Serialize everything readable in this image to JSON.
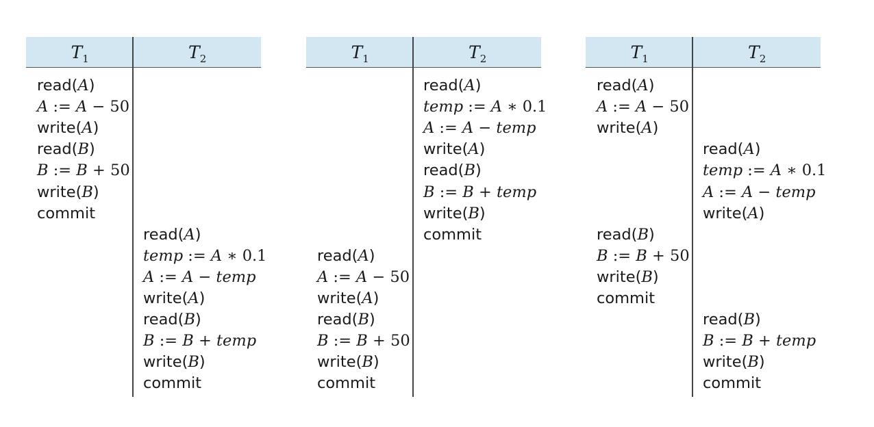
{
  "column_symbol": "T",
  "schedules": [
    {
      "columns": [
        {
          "sub": "1"
        },
        {
          "sub": "2"
        }
      ],
      "steps": [
        {
          "col": 0,
          "slot": 0,
          "parts": [
            [
              "f",
              "read("
            ],
            [
              "v",
              "A"
            ],
            [
              "f",
              ")"
            ]
          ]
        },
        {
          "col": 0,
          "slot": 1,
          "parts": [
            [
              "v",
              "A"
            ],
            [
              "m",
              " := "
            ],
            [
              "v",
              "A"
            ],
            [
              "m",
              " − 50"
            ]
          ]
        },
        {
          "col": 0,
          "slot": 2,
          "parts": [
            [
              "f",
              "write("
            ],
            [
              "v",
              "A"
            ],
            [
              "f",
              ")"
            ]
          ]
        },
        {
          "col": 0,
          "slot": 3,
          "parts": [
            [
              "f",
              "read("
            ],
            [
              "v",
              "B"
            ],
            [
              "f",
              ")"
            ]
          ]
        },
        {
          "col": 0,
          "slot": 4,
          "parts": [
            [
              "v",
              "B"
            ],
            [
              "m",
              " := "
            ],
            [
              "v",
              "B"
            ],
            [
              "m",
              " + 50"
            ]
          ]
        },
        {
          "col": 0,
          "slot": 5,
          "parts": [
            [
              "f",
              "write("
            ],
            [
              "v",
              "B"
            ],
            [
              "f",
              ")"
            ]
          ]
        },
        {
          "col": 0,
          "slot": 6,
          "parts": [
            [
              "f",
              "commit"
            ]
          ]
        },
        {
          "col": 1,
          "slot": 7,
          "parts": [
            [
              "f",
              "read("
            ],
            [
              "v",
              "A"
            ],
            [
              "f",
              ")"
            ]
          ]
        },
        {
          "col": 1,
          "slot": 8,
          "parts": [
            [
              "v",
              "temp"
            ],
            [
              "m",
              " := "
            ],
            [
              "v",
              "A"
            ],
            [
              "m",
              " ∗ 0.1"
            ]
          ]
        },
        {
          "col": 1,
          "slot": 9,
          "parts": [
            [
              "v",
              "A"
            ],
            [
              "m",
              " := "
            ],
            [
              "v",
              "A"
            ],
            [
              "m",
              " − "
            ],
            [
              "v",
              "temp"
            ]
          ]
        },
        {
          "col": 1,
          "slot": 10,
          "parts": [
            [
              "f",
              "write("
            ],
            [
              "v",
              "A"
            ],
            [
              "f",
              ")"
            ]
          ]
        },
        {
          "col": 1,
          "slot": 11,
          "parts": [
            [
              "f",
              "read("
            ],
            [
              "v",
              "B"
            ],
            [
              "f",
              ")"
            ]
          ]
        },
        {
          "col": 1,
          "slot": 12,
          "parts": [
            [
              "v",
              "B"
            ],
            [
              "m",
              " := "
            ],
            [
              "v",
              "B"
            ],
            [
              "m",
              " + "
            ],
            [
              "v",
              "temp"
            ]
          ]
        },
        {
          "col": 1,
          "slot": 13,
          "parts": [
            [
              "f",
              "write("
            ],
            [
              "v",
              "B"
            ],
            [
              "f",
              ")"
            ]
          ]
        },
        {
          "col": 1,
          "slot": 14,
          "parts": [
            [
              "f",
              "commit"
            ]
          ]
        }
      ]
    },
    {
      "columns": [
        {
          "sub": "1"
        },
        {
          "sub": "2"
        }
      ],
      "steps": [
        {
          "col": 1,
          "slot": 0,
          "parts": [
            [
              "f",
              "read("
            ],
            [
              "v",
              "A"
            ],
            [
              "f",
              ")"
            ]
          ]
        },
        {
          "col": 1,
          "slot": 1,
          "parts": [
            [
              "v",
              "temp"
            ],
            [
              "m",
              " := "
            ],
            [
              "v",
              "A"
            ],
            [
              "m",
              " ∗ 0.1"
            ]
          ]
        },
        {
          "col": 1,
          "slot": 2,
          "parts": [
            [
              "v",
              "A"
            ],
            [
              "m",
              " := "
            ],
            [
              "v",
              "A"
            ],
            [
              "m",
              " − "
            ],
            [
              "v",
              "temp"
            ]
          ]
        },
        {
          "col": 1,
          "slot": 3,
          "parts": [
            [
              "f",
              "write("
            ],
            [
              "v",
              "A"
            ],
            [
              "f",
              ")"
            ]
          ]
        },
        {
          "col": 1,
          "slot": 4,
          "parts": [
            [
              "f",
              "read("
            ],
            [
              "v",
              "B"
            ],
            [
              "f",
              ")"
            ]
          ]
        },
        {
          "col": 1,
          "slot": 5,
          "parts": [
            [
              "v",
              "B"
            ],
            [
              "m",
              " := "
            ],
            [
              "v",
              "B"
            ],
            [
              "m",
              " + "
            ],
            [
              "v",
              "temp"
            ]
          ]
        },
        {
          "col": 1,
          "slot": 6,
          "parts": [
            [
              "f",
              "write("
            ],
            [
              "v",
              "B"
            ],
            [
              "f",
              ")"
            ]
          ]
        },
        {
          "col": 1,
          "slot": 7,
          "parts": [
            [
              "f",
              "commit"
            ]
          ]
        },
        {
          "col": 0,
          "slot": 8,
          "parts": [
            [
              "f",
              "read("
            ],
            [
              "v",
              "A"
            ],
            [
              "f",
              ")"
            ]
          ]
        },
        {
          "col": 0,
          "slot": 9,
          "parts": [
            [
              "v",
              "A"
            ],
            [
              "m",
              " := "
            ],
            [
              "v",
              "A"
            ],
            [
              "m",
              " − 50"
            ]
          ]
        },
        {
          "col": 0,
          "slot": 10,
          "parts": [
            [
              "f",
              "write("
            ],
            [
              "v",
              "A"
            ],
            [
              "f",
              ")"
            ]
          ]
        },
        {
          "col": 0,
          "slot": 11,
          "parts": [
            [
              "f",
              "read("
            ],
            [
              "v",
              "B"
            ],
            [
              "f",
              ")"
            ]
          ]
        },
        {
          "col": 0,
          "slot": 12,
          "parts": [
            [
              "v",
              "B"
            ],
            [
              "m",
              " := "
            ],
            [
              "v",
              "B"
            ],
            [
              "m",
              " + 50"
            ]
          ]
        },
        {
          "col": 0,
          "slot": 13,
          "parts": [
            [
              "f",
              "write("
            ],
            [
              "v",
              "B"
            ],
            [
              "f",
              ")"
            ]
          ]
        },
        {
          "col": 0,
          "slot": 14,
          "parts": [
            [
              "f",
              "commit"
            ]
          ]
        }
      ]
    },
    {
      "columns": [
        {
          "sub": "1"
        },
        {
          "sub": "2"
        }
      ],
      "steps": [
        {
          "col": 0,
          "slot": 0,
          "parts": [
            [
              "f",
              "read("
            ],
            [
              "v",
              "A"
            ],
            [
              "f",
              ")"
            ]
          ]
        },
        {
          "col": 0,
          "slot": 1,
          "parts": [
            [
              "v",
              "A"
            ],
            [
              "m",
              " := "
            ],
            [
              "v",
              "A"
            ],
            [
              "m",
              " − 50"
            ]
          ]
        },
        {
          "col": 0,
          "slot": 2,
          "parts": [
            [
              "f",
              "write("
            ],
            [
              "v",
              "A"
            ],
            [
              "f",
              ")"
            ]
          ]
        },
        {
          "col": 1,
          "slot": 3,
          "parts": [
            [
              "f",
              "read("
            ],
            [
              "v",
              "A"
            ],
            [
              "f",
              ")"
            ]
          ]
        },
        {
          "col": 1,
          "slot": 4,
          "parts": [
            [
              "v",
              "temp"
            ],
            [
              "m",
              " := "
            ],
            [
              "v",
              "A"
            ],
            [
              "m",
              " ∗ 0.1"
            ]
          ]
        },
        {
          "col": 1,
          "slot": 5,
          "parts": [
            [
              "v",
              "A"
            ],
            [
              "m",
              " := "
            ],
            [
              "v",
              "A"
            ],
            [
              "m",
              " − "
            ],
            [
              "v",
              "temp"
            ]
          ]
        },
        {
          "col": 1,
          "slot": 6,
          "parts": [
            [
              "f",
              "write("
            ],
            [
              "v",
              "A"
            ],
            [
              "f",
              ")"
            ]
          ]
        },
        {
          "col": 0,
          "slot": 7,
          "parts": [
            [
              "f",
              "read("
            ],
            [
              "v",
              "B"
            ],
            [
              "f",
              ")"
            ]
          ]
        },
        {
          "col": 0,
          "slot": 8,
          "parts": [
            [
              "v",
              "B"
            ],
            [
              "m",
              " := "
            ],
            [
              "v",
              "B"
            ],
            [
              "m",
              " + 50"
            ]
          ]
        },
        {
          "col": 0,
          "slot": 9,
          "parts": [
            [
              "f",
              "write("
            ],
            [
              "v",
              "B"
            ],
            [
              "f",
              ")"
            ]
          ]
        },
        {
          "col": 0,
          "slot": 10,
          "parts": [
            [
              "f",
              "commit"
            ]
          ]
        },
        {
          "col": 1,
          "slot": 11,
          "parts": [
            [
              "f",
              "read("
            ],
            [
              "v",
              "B"
            ],
            [
              "f",
              ")"
            ]
          ]
        },
        {
          "col": 1,
          "slot": 12,
          "parts": [
            [
              "v",
              "B"
            ],
            [
              "m",
              " := "
            ],
            [
              "v",
              "B"
            ],
            [
              "m",
              " + "
            ],
            [
              "v",
              "temp"
            ]
          ]
        },
        {
          "col": 1,
          "slot": 13,
          "parts": [
            [
              "f",
              "write("
            ],
            [
              "v",
              "B"
            ],
            [
              "f",
              ")"
            ]
          ]
        },
        {
          "col": 1,
          "slot": 14,
          "parts": [
            [
              "f",
              "commit"
            ]
          ]
        }
      ]
    }
  ]
}
